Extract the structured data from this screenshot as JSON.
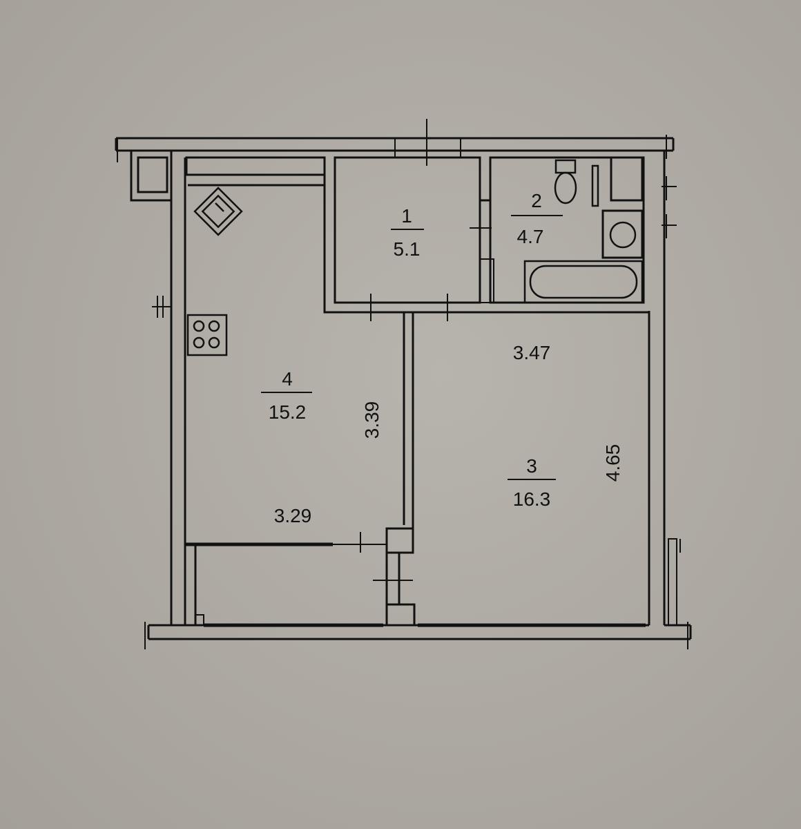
{
  "rooms": [
    {
      "number": "1",
      "area": "5.1"
    },
    {
      "number": "2",
      "area": "4.7"
    },
    {
      "number": "3",
      "area": "16.3"
    },
    {
      "number": "4",
      "area": "15.2"
    }
  ],
  "dimensions": {
    "kitchen_width": "3.29",
    "kitchen_depth": "3.39",
    "room_width": "3.47",
    "room_depth": "4.65"
  }
}
